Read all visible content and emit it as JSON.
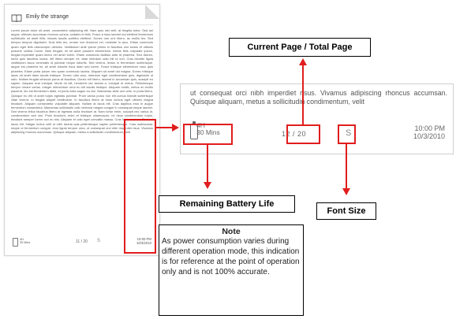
{
  "reader_page": {
    "title": "Emily the strange",
    "body_text": "Lorem ipsum dolor sit amet, consectetur adipiscing elit. Nam quis nisi velit, at fringilla tortor. Sed dui augue, ultricies accumsan rhoncus cursus, sodales et felis. Fusce a risus laoreet dui eleifend fermentum sollicitudin sit amet felis. Mauris iaculis porttitor eleifend. Donec non orci libero, ac mollis leo. Sed tempor tempus dignissim. Duis felis leo, ornare non tincidunt vel, molestie in arcu. Etiam commodo quam eget felis ullamcorper ultricies. Vestibulum ante ipsum primis in faucibus orci luctus et ultrices posuere cubilia Curae; Nam feugiat, mi sit amet posuere elementum, metus felis vulputate ipsum, feugiat imperdiet quam libero vel amet lorem. Etiam commodo facilisis ante id pharetra. Sed dictum, tortor quis faucibus luctus, elit libero semper mi, vitae interdum odio elit ut orci. Cras lobortis ligula vestibulum lacus venenatis id pulvinar neque lobortis. Sed viverra, lectus in fermentum scelerisque, augue est pharetra mi, sit amet lobortis risus diam sed lorem. Fusce tristique elementum nunc quis pharetra. Etiam porta ipsum nec quam commodo lacinia. Aliquam sit amet dui magna. Donec tristique lacus sit amet diam iaculis tristique. Donec odio arcu, interdum eget condimentum quis, dignissim ut odio. Nullam feugiat vehicula purus at faucibus. Donec elit libero, laoreet in accumsan quis, suscipit eu sapien. Aliquam erat volutpat. Morbi mi elit, hendrerit nec lacinia a, volutpat et metus. Pellentesque tempor ornare varius. Integer elementum urna eu elit iaculis tristique. Aliquam mollis, metus eu mollis placerat, leo est fermentum diam, et porta nulla augue eu nisl. Maecenas vitae orci odio, in porta libero. Quisque eu elit ut amet turpis egestas pulvinar. Proin varius purus non elit cursus blandit scelerisque vitae viverra. In feugiat aliquet vestibulum. In faucibus libero at risus cursus eget ultrices magna tincidunt. Aliquam consectetur vulputate aliquam. Nullam at lacus elit. Cras dapibus eros in augue fermentum consectetur. Maecenas sollicitudin odio vehicula magna congue in consequat neque laoreet. Sed viverra tellus faucibus libero at egestas nulla tincidunt at. Nam tortor enim, suscipit nec varius id, condimentum sed nisl. Proin tincidunt, enim et tristique ullamcorper, mi risus condimentum turpis, tincidunt semper lorem orci eu nisl. Aliquam et odio eget convallis massa. Cras id nunc risus. Proin ut lacus elit. Integer luctus velit ut nibh lacinia quis pellentesque sapien pellentesque. Cras malesuada, neque ut fermentum congue, eros ligula tempor urna, ut consequat orci nibh imperdiet risus. Vivamus adipiscing rhoncus accumsan. Quisque aliquam, metus a sollicitudin condimentum, velit",
    "battery_hours": "4H",
    "battery_mins": "30 Mins",
    "page": "11 / 20",
    "font_size_glyph": "S",
    "time": "10:00 PM",
    "date": "10/3/2010"
  },
  "zoom": {
    "text": "ut consequat orci nibh imperdiet risus. Vivamus adipiscing rhoncus accumsan. Quisque aliquam, metus a sollicitudin condimentum, velit",
    "battery_hours": "4H",
    "battery_mins": "30 Mins",
    "page": "12 / 20",
    "font_size_glyph": "S",
    "time": "10:00 PM",
    "date": "10/3/2010"
  },
  "labels": {
    "current_page": "Current Page  / Total Page",
    "battery": "Remaining Battery Life",
    "font_size": "Font Size"
  },
  "note": {
    "title": "Note",
    "body": "As power consumption varies during different operation mode, this indication is for reference at the point of operation only and is not 100% accurate."
  },
  "colors": {
    "highlight": "#e11d1d"
  }
}
